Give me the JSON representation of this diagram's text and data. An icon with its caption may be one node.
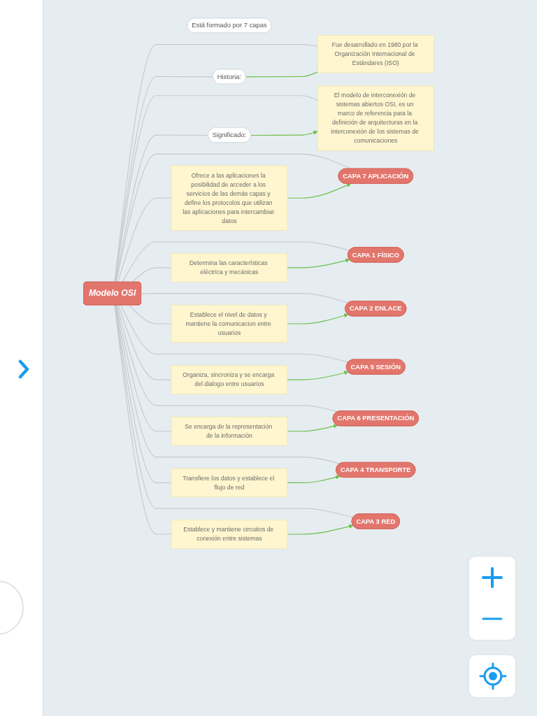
{
  "diagram": {
    "nodes": [
      {
        "text": [
          "Modelo OSI"
        ]
      },
      {
        "text": [
          "Está formado por 7 capas"
        ]
      },
      {
        "text": [
          "Fue desarrollado en 1980 por la Organización Internacional de Estándares (ISO)"
        ]
      },
      {
        "text": [
          "Significado:"
        ]
      },
      {
        "text": [
          "El modelo de interconexión de sistemas abiertos OSI, es un marco de referencia para la definición de arquitecturas en la interconexión de los sistemas de comunicaciones"
        ]
      },
      {
        "text": [
          "Historia:"
        ]
      },
      {
        "text": [
          "CAPA 7 APLICACIÓN"
        ]
      },
      {
        "text": [
          "Ofrece a las aplicaciones la posibilidad de acceder a los servicios de las demás capas y define los protocolos que utilizan las aplicaciones para intercambiar datos"
        ]
      },
      {
        "text": [
          "CAPA 1 FÍSICO"
        ]
      },
      {
        "text": [
          "Determina las características eléctrica y mecánicas"
        ]
      },
      {
        "text": [
          "CAPA 2 ENLACE"
        ]
      },
      {
        "text": [
          "CAPA 5 SESIÓN"
        ]
      },
      {
        "text": [
          "CAPA 6 PRESENTACIÓN"
        ]
      },
      {
        "text": [
          "CAPA 4 TRANSPORTE"
        ]
      },
      {
        "text": [
          "CAPA 3 RED"
        ]
      },
      {
        "text": [
          "Establece el nivel de datos y mantiene la comunicacion entre usuarios"
        ]
      },
      {
        "text": [
          "Se encarga de la representación de la información"
        ]
      },
      {
        "text": [
          "Organiza, sincroniza y se encarga del dialogo entre usuarios"
        ]
      },
      {
        "text": [
          "Establece y mantiene circuitos de conexión entre sistemas"
        ]
      },
      {
        "text": [
          "Transfiere los datos y establece el flujo de red"
        ]
      }
    ],
    "edges": [
      {
        "from": 0,
        "to": 2,
        "arrow": "none"
      },
      {
        "from": 0,
        "to": 3,
        "arrow": "none"
      },
      {
        "from": 0,
        "to": 4,
        "arrow": "none"
      },
      {
        "from": 0,
        "to": 5,
        "arrow": "none"
      },
      {
        "from": 0,
        "to": 6,
        "arrow": "none"
      },
      {
        "from": 0,
        "to": 7,
        "arrow": "none"
      },
      {
        "from": 0,
        "to": 8,
        "arrow": "none"
      },
      {
        "from": 0,
        "to": 9,
        "arrow": "none"
      },
      {
        "from": 0,
        "to": 10,
        "arrow": "none"
      },
      {
        "from": 0,
        "to": 11,
        "arrow": "none"
      },
      {
        "from": 0,
        "to": 12,
        "arrow": "none"
      },
      {
        "from": 0,
        "to": 13,
        "arrow": "none"
      },
      {
        "from": 0,
        "to": 14,
        "arrow": "none"
      },
      {
        "from": 0,
        "to": 15,
        "arrow": "none"
      },
      {
        "from": 0,
        "to": 16,
        "arrow": "none"
      },
      {
        "from": 0,
        "to": 17,
        "arrow": "none"
      },
      {
        "from": 0,
        "to": 18,
        "arrow": "none"
      },
      {
        "from": 0,
        "to": 19,
        "arrow": "none"
      },
      {
        "from": 5,
        "to": 2,
        "arrow": "none",
        "color": "#6cc04a"
      },
      {
        "from": 3,
        "to": 4,
        "arrow": "to",
        "color": "#6cc04a"
      },
      {
        "from": 7,
        "to": 6,
        "arrow": "to",
        "color": "#6cc04a"
      },
      {
        "from": 9,
        "to": 8,
        "arrow": "to",
        "color": "#6cc04a"
      },
      {
        "from": 15,
        "to": 10,
        "arrow": "to",
        "color": "#6cc04a"
      },
      {
        "from": 18,
        "to": 14,
        "arrow": "to",
        "color": "#6cc04a"
      },
      {
        "from": 19,
        "to": 13,
        "arrow": "to",
        "color": "#6cc04a"
      },
      {
        "from": 17,
        "to": 11,
        "arrow": "to",
        "color": "#6cc04a"
      },
      {
        "from": 16,
        "to": 12,
        "arrow": "to",
        "color": "#6cc04a"
      }
    ]
  }
}
